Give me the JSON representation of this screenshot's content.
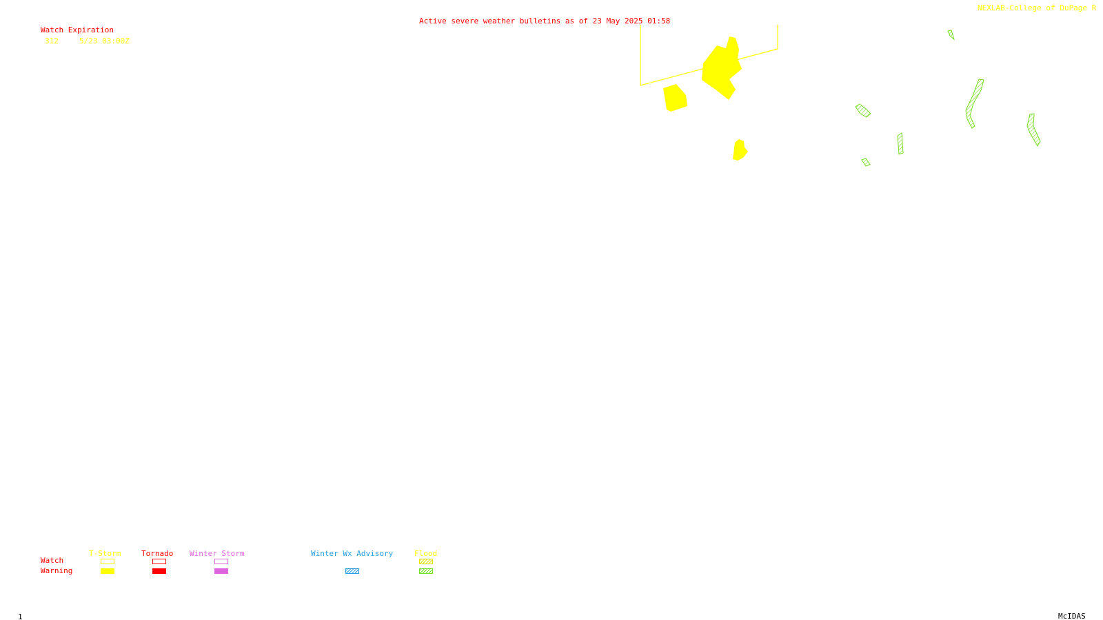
{
  "header": {
    "title": "Active severe weather bulletins as of 23 May 2025 01:58",
    "credit": "NEXLAB-College of DuPage R"
  },
  "watch_expiration": {
    "heading": "Watch Expiration",
    "entries": [
      {
        "number": "312",
        "expires": "5/23 03:00Z"
      }
    ]
  },
  "legend": {
    "row_labels": {
      "watch": "Watch",
      "warning": "Warning"
    },
    "categories": [
      {
        "key": "tstorm",
        "label": "T-Storm",
        "color": "#ffff00"
      },
      {
        "key": "tornado",
        "label": "Tornado",
        "color": "#ff0000"
      },
      {
        "key": "winter_storm",
        "label": "Winter Storm",
        "color": "#dd66dd"
      },
      {
        "key": "winter_wx_advisory",
        "label": "Winter Wx Advisory",
        "color": "#2a9ee0"
      },
      {
        "key": "flood",
        "label": "Flood",
        "color": "#77dd22"
      }
    ]
  },
  "footer": {
    "frame": "1",
    "software": "McIDAS"
  },
  "colors": {
    "title": "#ff0000",
    "credit": "#ffff00",
    "tstorm_warning": "#ffff00",
    "flood_warning": "#77dd22",
    "footer_text": "#000000"
  }
}
